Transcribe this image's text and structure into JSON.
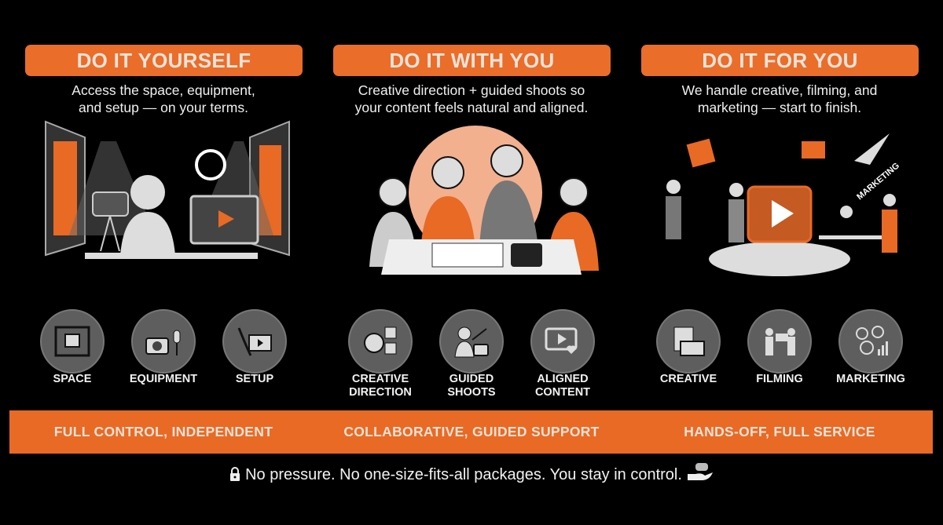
{
  "columns": [
    {
      "title": "DO IT YOURSELF",
      "desc": [
        "Access the space, equipment,",
        "and setup — on your terms."
      ],
      "icons": [
        {
          "label": "SPACE",
          "icon": "studio-room-icon"
        },
        {
          "label": "EQUIPMENT",
          "icon": "camera-mic-icon"
        },
        {
          "label": "SETUP",
          "icon": "cables-monitor-icon"
        }
      ],
      "band": "FULL CONTROL, INDEPENDENT"
    },
    {
      "title": "DO IT WITH YOU",
      "desc": [
        "Creative direction + guided shoots so",
        "your content feels natural and aligned."
      ],
      "icons": [
        {
          "label": "CREATIVE DIRECTION",
          "icon": "brain-ideas-icon"
        },
        {
          "label": "GUIDED SHOOTS",
          "icon": "director-camera-icon"
        },
        {
          "label": "ALIGNED CONTENT",
          "icon": "video-heart-icon"
        }
      ],
      "band": "COLLABORATIVE, GUIDED SUPPORT"
    },
    {
      "title": "DO IT FOR YOU",
      "desc": [
        "We handle creative, filming, and",
        "marketing — start to finish."
      ],
      "icons": [
        {
          "label": "CREATIVE",
          "icon": "storyboard-icon"
        },
        {
          "label": "FILMING",
          "icon": "film-crew-icon"
        },
        {
          "label": "MARKETING",
          "icon": "growth-chart-icon"
        }
      ],
      "band": "HANDS-OFF, FULL SERVICE",
      "illus_text": "MARKETING"
    }
  ],
  "footer": {
    "text": "No pressure. No one-size-fits-all packages. You stay in control."
  },
  "colors": {
    "accent": "#ea6d2a",
    "background": "#000000",
    "icon_bg": "#5e5e5e"
  }
}
